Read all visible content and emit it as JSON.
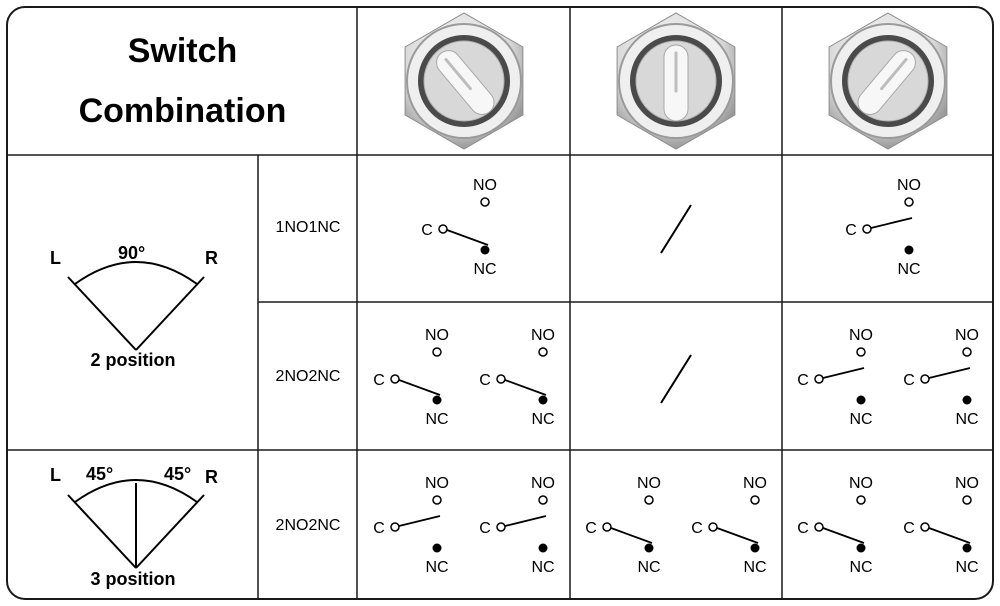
{
  "header": {
    "title_line1": "Switch",
    "title_line2": "Combination"
  },
  "rows": [
    {
      "config": "1NO1NC",
      "positions": "2 position",
      "angles": {
        "left_label": "L",
        "right_label": "R",
        "angle_1": "90°"
      }
    },
    {
      "config": "2NO2NC"
    },
    {
      "config": "2NO2NC",
      "positions": "3 position",
      "angles": {
        "left_label": "L",
        "right_label": "R",
        "angle_1": "45°",
        "angle_2": "45°"
      }
    }
  ],
  "terminals": {
    "no": "NO",
    "nc": "NC",
    "c": "C"
  },
  "cells": {
    "r1": [
      "C-NC",
      "none",
      "C-NO"
    ],
    "r2": [
      "C-NC",
      "none",
      "C-NO"
    ],
    "r3": [
      "C-NO",
      "C-NC",
      "C-NC"
    ]
  },
  "colors": {
    "border": "#1a1a1a",
    "line": "#000000",
    "metal_light": "#f1f1f1",
    "metal_dark": "#8c8c8c"
  }
}
